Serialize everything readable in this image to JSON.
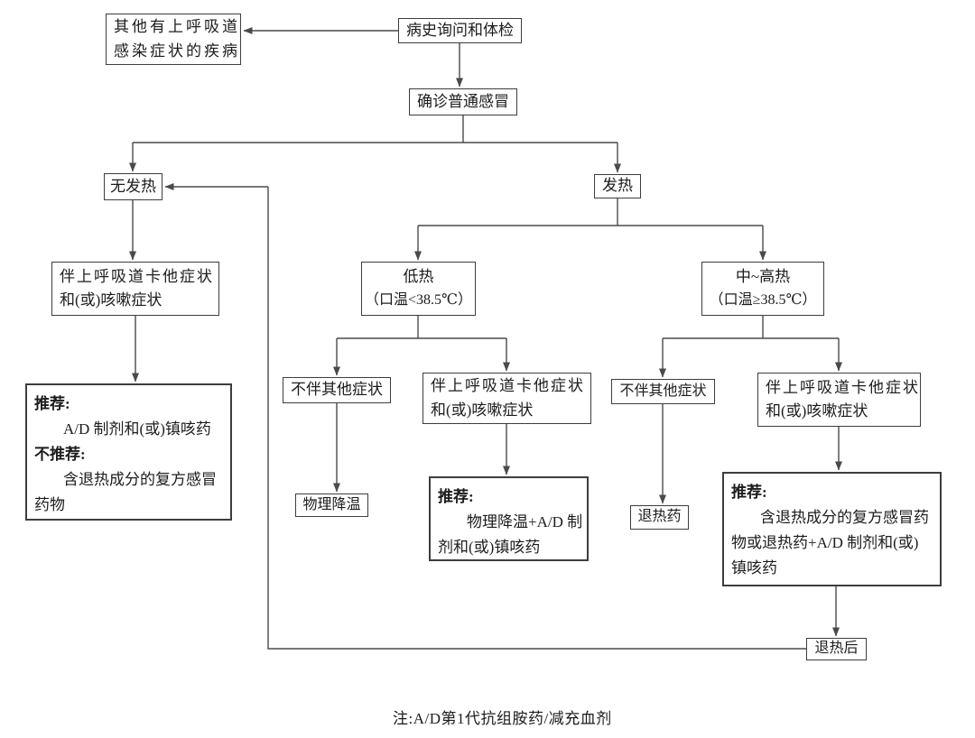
{
  "nodes": {
    "history_exam": {
      "label": "病史询问和体检"
    },
    "other_disease": {
      "lines": [
        "其他有上呼吸道",
        "感染症状的疾病"
      ]
    },
    "confirm_cold": {
      "label": "确诊普通感冒"
    },
    "no_fever": {
      "label": "无发热"
    },
    "fever": {
      "label": "发热"
    },
    "left_symptom": {
      "lines": [
        "伴上呼吸道卡他症状",
        "和(或)咳嗽症状"
      ]
    },
    "left_recommend": {
      "lines": [
        "推荐:",
        "A/D 制剂和(或)镇咳药",
        "不推荐:",
        "含退热成分的复方感冒",
        "药物"
      ]
    },
    "low_fever": {
      "lines": [
        "低热",
        "（口温<38.5℃）"
      ]
    },
    "mid_high_fever": {
      "lines": [
        "中~高热",
        "（口温≥38.5℃）"
      ]
    },
    "mid_no_other": {
      "label": "不伴其他症状"
    },
    "mid_symptom": {
      "lines": [
        "伴上呼吸道卡他症状",
        "和(或)咳嗽症状"
      ]
    },
    "physical_cooling": {
      "label": "物理降温"
    },
    "mid_recommend": {
      "lines": [
        "推荐:",
        "物理降温+A/D 制",
        "剂和(或)镇咳药"
      ]
    },
    "right_no_other": {
      "label": "不伴其他症状"
    },
    "right_symptom": {
      "lines": [
        "伴上呼吸道卡他症状",
        "和(或)咳嗽症状"
      ]
    },
    "antipyretic": {
      "label": "退热药"
    },
    "right_recommend": {
      "lines": [
        "推荐:",
        "含退热成分的复方感冒药",
        "物或退热药+A/D 制剂和(或)",
        "镇咳药"
      ]
    },
    "after_fever": {
      "label": "退热后"
    }
  },
  "note": "注:A/D第1代抗组胺药/减充血剂",
  "colors": {
    "background": "#ffffff",
    "border": "#3d3d3d",
    "line": "#4a4a4a",
    "text": "#1c1c1c"
  }
}
